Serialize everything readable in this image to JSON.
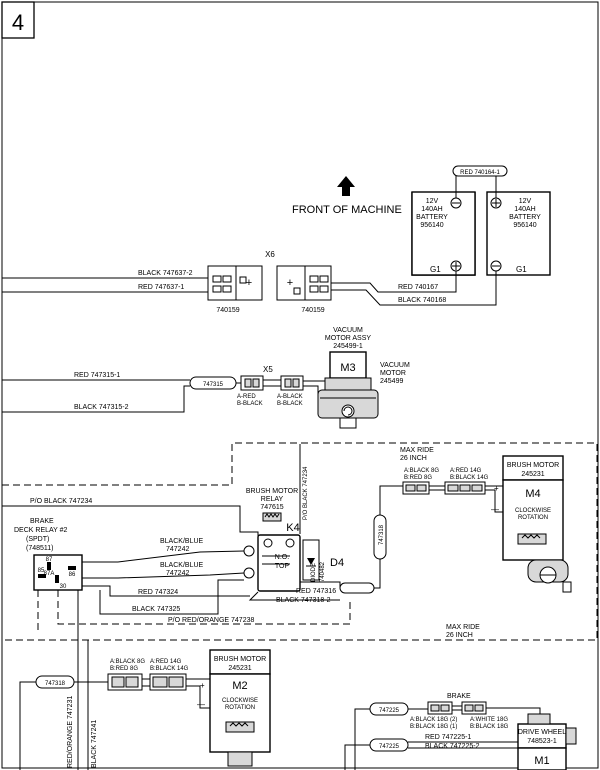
{
  "page": {
    "number": "4",
    "front": "FRONT OF MACHINE"
  },
  "battery": {
    "left": {
      "line1": "12V",
      "line2": "140AH",
      "line3": "BATTERY",
      "part": "956140",
      "ground": "G1"
    },
    "right": {
      "line1": "12V",
      "line2": "140AH",
      "line3": "BATTERY",
      "part": "956140",
      "ground": "G1"
    },
    "jumper": "RED 740164-1",
    "red_cable": "RED 740167",
    "black_cable": "BLACK 740168"
  },
  "x6": {
    "label": "X6",
    "left_part": "740159",
    "right_part": "740159",
    "wire_black": "BLACK 747637-2",
    "wire_red": "RED 747637-1"
  },
  "vacuum": {
    "assy_line1": "VACUUM",
    "assy_line2": "MOTOR ASSY",
    "assy_part": "245499-1",
    "label": "M3",
    "motor_line1": "VACUUM",
    "motor_line2": "MOTOR",
    "motor_part": "245499",
    "connector": "X5",
    "a_red": "A-RED",
    "b_black": "B-BLACK",
    "a_black": "A-BLACK",
    "b_black2": "B-BLACK",
    "tag": "747315",
    "wire_red": "RED 747315-1",
    "wire_black": "BLACK 747315-2"
  },
  "brush_m4": {
    "max_ride1": "MAX RIDE",
    "max_ride2": "26 INCH",
    "title1": "BRUSH MOTOR",
    "part": "245231",
    "label": "M4",
    "rot1": "CLOCKWISE",
    "rot2": "ROTATION",
    "conn_a1": "A:BLACK 8G",
    "conn_b1": "B:RED 8G",
    "conn_a2": "A:RED 14G",
    "conn_b2": "B:BLACK 14G",
    "tag": "747318",
    "plus": "+",
    "minus": "—"
  },
  "relay": {
    "title1": "BRUSH MOTOR",
    "title2": "RELAY",
    "part": "747615",
    "label": "K4",
    "no1": "N.O.",
    "no2": "TOP",
    "diode1": "DIODE",
    "diode2": "740482",
    "diode_label": "D4",
    "black_blue1": "BLACK/BLUE",
    "part_bb1": "747242",
    "black_blue2": "BLACK/BLUE",
    "part_bb2": "747242",
    "wire_pob_top": "P/O BLACK 747234",
    "wire_pob": "P/O BLACK 747234",
    "red_316": "RED 747316",
    "black_318": "BLACK 747318-2"
  },
  "deck_relay": {
    "line1": "BRAKE",
    "line2": "DECK RELAY #2",
    "line3": "(SPDT)",
    "part": "(748511)",
    "p87": "87",
    "p87a": "87A",
    "p85": "85",
    "p86": "86",
    "p30": "30",
    "red_324": "RED 747324",
    "black_325": "BLACK 747325",
    "po_red_orange": "P/O RED/ORANGE 747238",
    "max_ride1": "MAX RIDE",
    "max_ride2": "26 INCH"
  },
  "brush_m2": {
    "title1": "BRUSH MOTOR",
    "part": "245231",
    "label": "M2",
    "rot1": "CLOCKWISE",
    "rot2": "ROTATION",
    "conn_a1": "A:BLACK 8G",
    "conn_b1": "B:RED 8G",
    "conn_a2": "A:RED 14G",
    "conn_b2": "B:BLACK 14G",
    "tag": "747318",
    "plus": "+",
    "minus": "—",
    "wire_red_orange": "RED/ORANGE 747231",
    "wire_black": "BLACK 747241"
  },
  "drive": {
    "brake": "BRAKE",
    "tag1": "747225",
    "tag2": "747225",
    "conn_a1": "A:BLACK 18G (2)",
    "conn_b1": "B:BLACK 18G (1)",
    "conn_a2": "A:WHITE 18G",
    "conn_b2": "B:BLACK 18G",
    "wire_red": "RED 747225-1",
    "wire_black": "BLACK 747225-2",
    "title1": "DRIVE WHEEL",
    "part": "748523-1",
    "label": "M1"
  }
}
